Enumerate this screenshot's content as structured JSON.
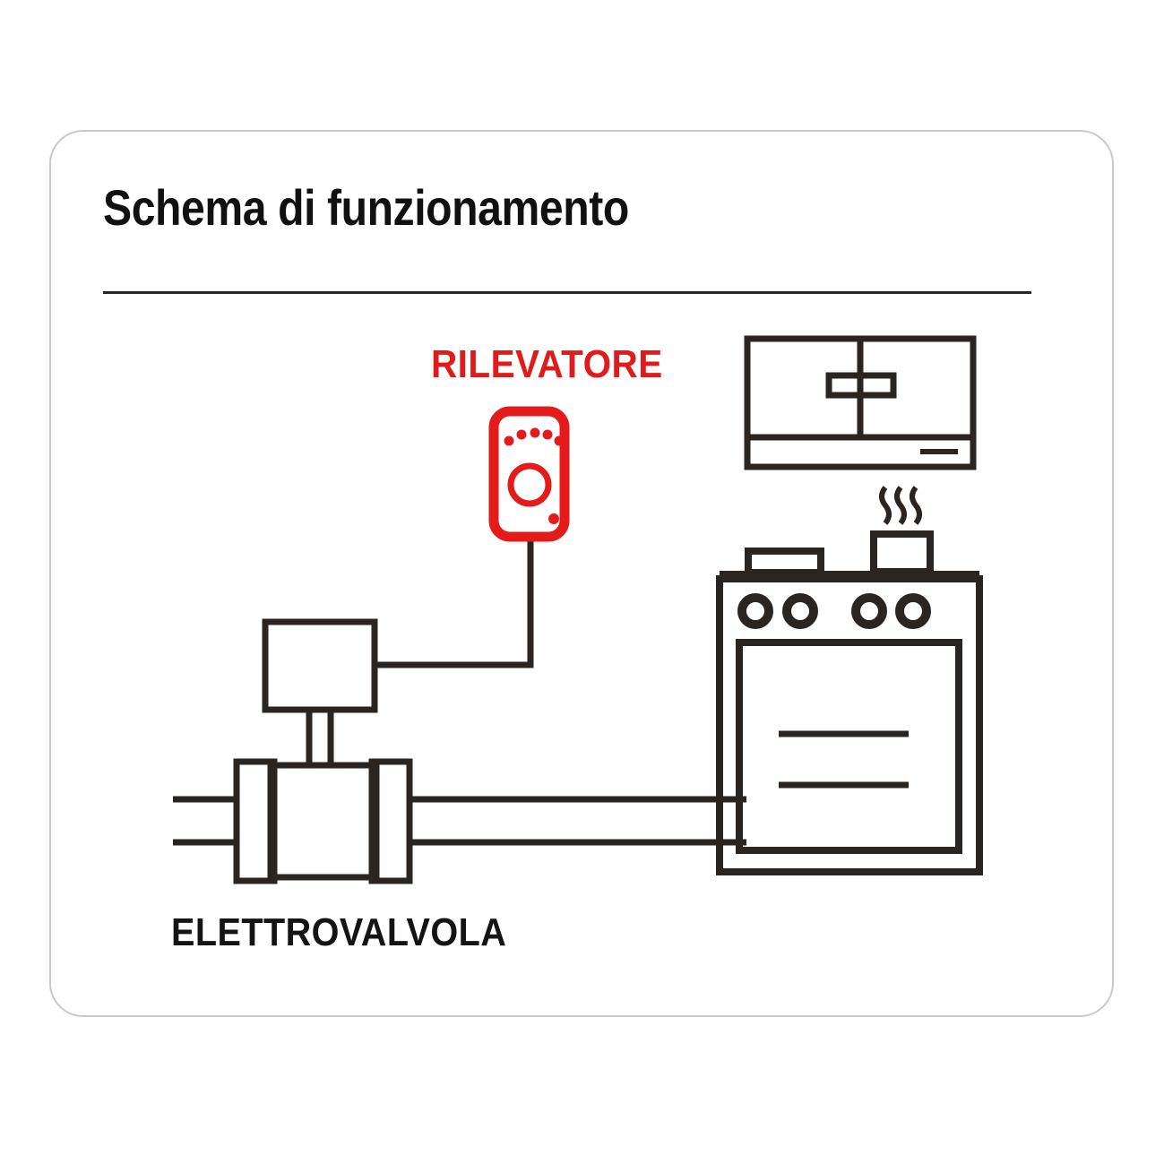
{
  "card": {
    "title": "Schema di funzionamento",
    "border_color": "#c9c9c9",
    "background": "#ffffff"
  },
  "colors": {
    "ink": "#2b2522",
    "accent_red": "#e41b1b",
    "title_text": "#111111",
    "rule": "#2a2422"
  },
  "labels": {
    "detector": "RILEVATORE",
    "valve": "ELETTROVALVOLA"
  },
  "diagram": {
    "type": "schematic",
    "description": "Gas leak detector wired to a solenoid valve on the gas pipe feeding a kitchen cooker",
    "components": [
      {
        "name": "gas-detector",
        "label": "RILEVATORE",
        "color": "#e41b1b",
        "shape": "rounded-rectangle",
        "features": [
          "five-led-arc",
          "center-sensor-circle",
          "status-dot"
        ]
      },
      {
        "name": "solenoid-valve",
        "label": "ELETTROVALVOLA",
        "color": "#2b2522",
        "shape": "flanged-valve-with-actuator",
        "features": [
          "actuator-box",
          "stem",
          "valve-body",
          "left-flange",
          "right-flange"
        ]
      },
      {
        "name": "gas-pipe",
        "color": "#2b2522",
        "shape": "double-line-pipe"
      },
      {
        "name": "signal-wire",
        "color": "#2b2522",
        "shape": "polyline"
      },
      {
        "name": "wall-cabinet",
        "color": "#2b2522",
        "shape": "two-door-cabinet-with-drawer"
      },
      {
        "name": "cooker",
        "color": "#2b2522",
        "shape": "stove-with-oven",
        "features": [
          "four-burners",
          "oven-door",
          "pan",
          "pot",
          "steam"
        ]
      }
    ]
  }
}
